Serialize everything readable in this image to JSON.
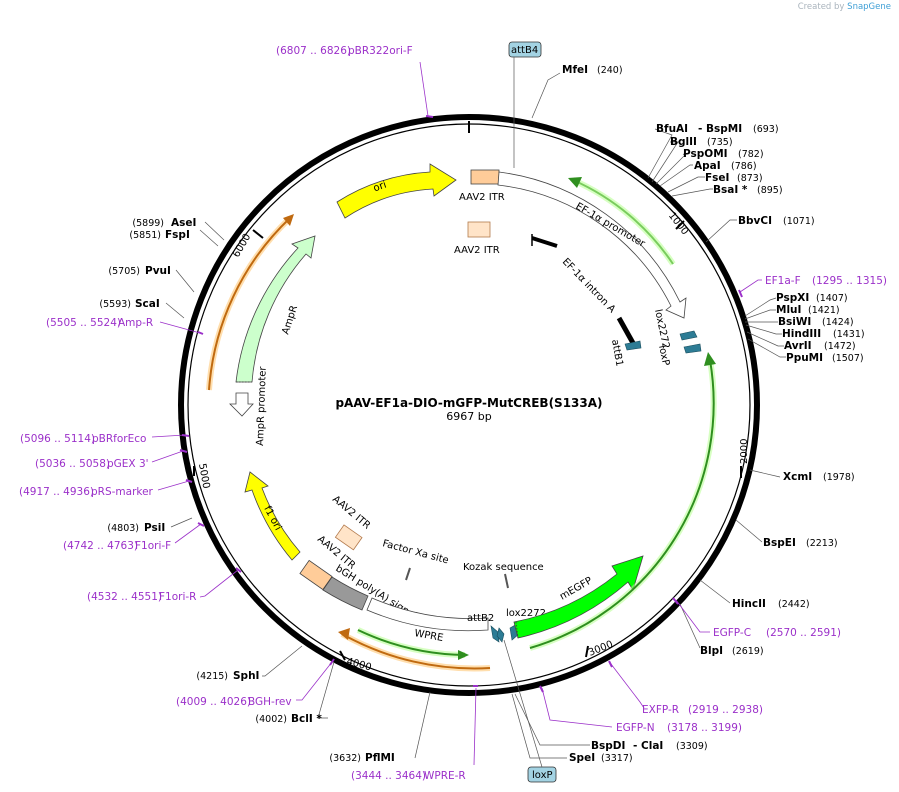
{
  "header": {
    "created_by": "Created by",
    "brand": "SnapGene"
  },
  "plasmid": {
    "name": "pAAV-EF1a-DIO-mGFP-MutCREB(S133A)",
    "length_label": "6967 bp",
    "length": 6967
  },
  "ticks": [
    "1000",
    "2000",
    "3000",
    "4000",
    "5000",
    "6000"
  ],
  "enzymes": [
    {
      "name": "MfeI",
      "pos": "(240)"
    },
    {
      "name": "BfuAI",
      "extra": "- BspMI",
      "pos": "(693)"
    },
    {
      "name": "BglII",
      "pos": "(735)"
    },
    {
      "name": "PspOMI",
      "pos": "(782)"
    },
    {
      "name": "ApaI",
      "pos": "(786)"
    },
    {
      "name": "FseI",
      "pos": "(873)"
    },
    {
      "name": "BsaI *",
      "pos": "(895)"
    },
    {
      "name": "BbvCI",
      "pos": "(1071)"
    },
    {
      "name": "PspXI",
      "pos": "(1407)"
    },
    {
      "name": "MluI",
      "pos": "(1421)"
    },
    {
      "name": "BsiWI",
      "pos": "(1424)"
    },
    {
      "name": "HindIII",
      "pos": "(1431)"
    },
    {
      "name": "AvrII",
      "pos": "(1472)"
    },
    {
      "name": "PpuMI",
      "pos": "(1507)"
    },
    {
      "name": "XcmI",
      "pos": "(1978)"
    },
    {
      "name": "BspEI",
      "pos": "(2213)"
    },
    {
      "name": "HincII",
      "pos": "(2442)"
    },
    {
      "name": "BlpI",
      "pos": "(2619)"
    },
    {
      "name": "BspDI",
      "extra": "- ClaI",
      "pos": "(3309)"
    },
    {
      "name": "SpeI",
      "pos": "(3317)"
    },
    {
      "name": "PflMI",
      "pos": "(3632)"
    },
    {
      "name": "BclI *",
      "pos": "(4002)"
    },
    {
      "name": "SphI",
      "pos": "(4215)"
    },
    {
      "name": "PsiI",
      "pos": "(4803)"
    },
    {
      "name": "ScaI",
      "pos": "(5593)"
    },
    {
      "name": "PvuI",
      "pos": "(5705)"
    },
    {
      "name": "FspI",
      "pos": "(5851)"
    },
    {
      "name": "AseI",
      "pos": "(5899)"
    }
  ],
  "primers": [
    {
      "name": "pBR322ori-F",
      "range": "(6807 .. 6826)"
    },
    {
      "name": "EF1a-F",
      "range": "(1295 .. 1315)"
    },
    {
      "name": "EGFP-C",
      "range": "(2570 .. 2591)"
    },
    {
      "name": "EXFP-R",
      "range": "(2919 .. 2938)"
    },
    {
      "name": "EGFP-N",
      "range": "(3178 .. 3199)"
    },
    {
      "name": "WPRE-R",
      "range": "(3444 .. 3464)"
    },
    {
      "name": "BGH-rev",
      "range": "(4009 .. 4026)"
    },
    {
      "name": "F1ori-R",
      "range": "(4532 .. 4551)"
    },
    {
      "name": "F1ori-F",
      "range": "(4742 .. 4763)"
    },
    {
      "name": "pRS-marker",
      "range": "(4917 .. 4936)"
    },
    {
      "name": "pGEX 3'",
      "range": "(5036 .. 5058)"
    },
    {
      "name": "pBRforEco",
      "range": "(5096 .. 5114)"
    },
    {
      "name": "Amp-R",
      "range": "(5505 .. 5524)"
    }
  ],
  "features": {
    "attB4": "attB4",
    "loxP_box": "loxP",
    "aav2_itr": "AAV2 ITR",
    "ef1a_promoter": "EF-1α promoter",
    "ef1a_intron": "EF-1α intron A",
    "lox2272": "lox2272",
    "loxP": "loxP",
    "attB1": "attB1",
    "mEGFP": "mEGFP",
    "kozak": "Kozak sequence",
    "factor_xa": "Factor Xa site",
    "attB2": "attB2",
    "wpre": "WPRE",
    "bgh": "bGH poly(A) signal",
    "f1_ori": "f1 ori",
    "ampr": "AmpR",
    "ampr_promoter": "AmpR promoter",
    "ori": "ori"
  },
  "colors": {
    "ori": "#ffff00",
    "f1_ori": "#ffff00",
    "mEGFP": "#00ff00",
    "ampr": "#ccffcc",
    "itr": "#ffcc99",
    "bgh": "#999999",
    "primer": "#9b30c9",
    "lox": "#2d7c95",
    "box": "#a3d3e3"
  }
}
